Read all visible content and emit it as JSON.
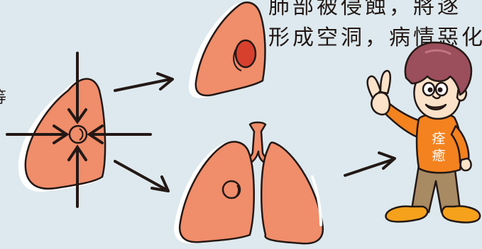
{
  "caption": {
    "line1": "肺部被侵蝕，將逐",
    "line2": "形成空洞，病情惡化"
  },
  "left_cut_char": "等",
  "shirt_text": {
    "char1": "痊",
    "char2": "癒"
  },
  "colors": {
    "background": "#dde9ee",
    "lung_fill": "#f08d6a",
    "lung_outline": "#231815",
    "lesion_fill": "#d8402e",
    "shirt_fill": "#f4821f",
    "pants_fill": "#a88a63",
    "hair_fill": "#9b4e5b",
    "skin_fill": "#fbe2c9",
    "shoe_fill": "#f6a11b"
  },
  "icons": [
    "lung-icon",
    "lungs-pair-icon",
    "arrow-icon",
    "cartoon-man-icon",
    "victory-hand-icon"
  ]
}
